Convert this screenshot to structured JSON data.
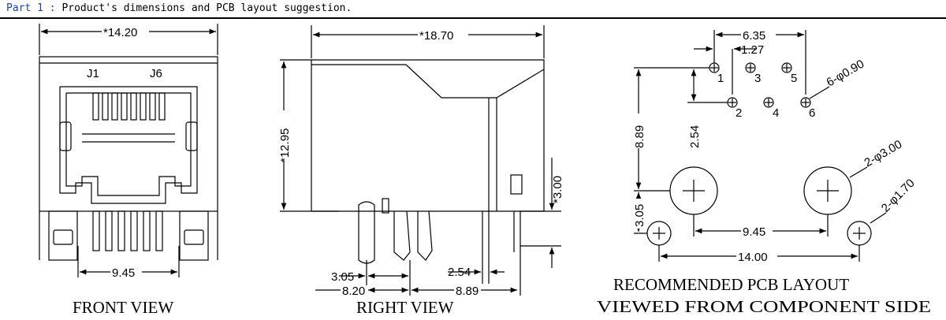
{
  "header": {
    "part": "Part 1 :",
    "title": "Product's dimensions and PCB layout suggestion."
  },
  "front_view": {
    "caption": "FRONT VIEW",
    "width_dim": "*14.20",
    "pin_spacing_dim": "9.45",
    "label_j1": "J1",
    "label_j6": "J6"
  },
  "right_view": {
    "caption": "RIGHT VIEW",
    "length_dim": "*18.70",
    "height_dim": "*12.95",
    "pin_len_dim": "*3.00",
    "dim_305": "3.05",
    "dim_820": "8.20",
    "dim_254": "2.54",
    "dim_889": "8.89"
  },
  "pcb_layout": {
    "caption_line1": "RECOMMENDED PCB LAYOUT",
    "caption_line2": "VIEWED FROM COMPONENT SIDE",
    "dim_635": "6.35",
    "dim_127": "1.27",
    "dim_889": "8.89",
    "dim_254": "2.54",
    "dim_305": "3.05",
    "dim_945": "9.45",
    "dim_1400": "14.00",
    "callout_pins": "6-φ0.90",
    "callout_large": "2-φ3.00",
    "callout_small": "2-φ1.70",
    "pins": [
      "1",
      "2",
      "3",
      "4",
      "5",
      "6"
    ]
  }
}
